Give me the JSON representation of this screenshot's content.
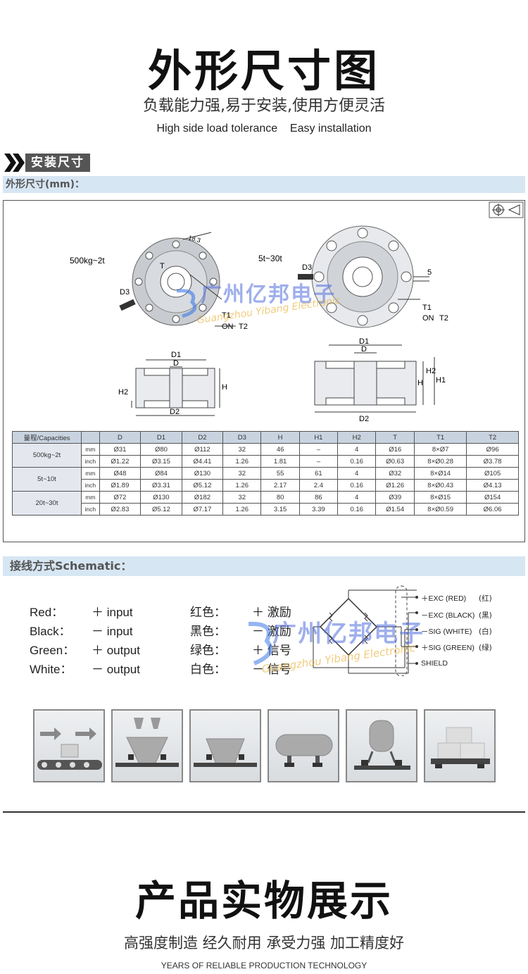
{
  "header": {
    "title": "外形尺寸图",
    "subtitle": "负载能力强,易于安装,使用方便灵活",
    "subtitle_en": "High side load tolerance    Easy installation"
  },
  "section_install": {
    "tag": "安装尺寸",
    "bar": "外形尺寸(mm)："
  },
  "drawing": {
    "label_left": "500kg~2t",
    "label_right": "5t~30t",
    "dim_18": "18.3",
    "labels": {
      "T": "T",
      "D3": "D3",
      "T1": "T1",
      "ON": "ON",
      "T2": "T2",
      "D1": "D1",
      "D": "D",
      "D2": "D2",
      "H": "H",
      "H1": "H1",
      "H2": "H2",
      "five": "5"
    }
  },
  "spec_table": {
    "headers": [
      "量程/Capacities",
      "",
      "D",
      "D1",
      "D2",
      "D3",
      "H",
      "H1",
      "H2",
      "T",
      "T1",
      "T2"
    ],
    "groups": [
      {
        "capacity": "500kg~2t",
        "rows": [
          {
            "unit": "mm",
            "cells": [
              "Ø31",
              "Ø80",
              "Ø112",
              "32",
              "46",
              "–",
              "4",
              "Ø16",
              "8×Ø7",
              "Ø96"
            ]
          },
          {
            "unit": "inch",
            "cells": [
              "Ø1.22",
              "Ø3.15",
              "Ø4.41",
              "1.26",
              "1.81",
              "–",
              "0.16",
              "Ø0.63",
              "8×Ø0.28",
              "Ø3.78"
            ]
          }
        ]
      },
      {
        "capacity": "5t~10t",
        "rows": [
          {
            "unit": "mm",
            "cells": [
              "Ø48",
              "Ø84",
              "Ø130",
              "32",
              "55",
              "61",
              "4",
              "Ø32",
              "8×Ø14",
              "Ø105"
            ]
          },
          {
            "unit": "inch",
            "cells": [
              "Ø1.89",
              "Ø3.31",
              "Ø5.12",
              "1.26",
              "2.17",
              "2.4",
              "0.16",
              "Ø1.26",
              "8×Ø0.43",
              "Ø4.13"
            ]
          }
        ]
      },
      {
        "capacity": "20t~30t",
        "rows": [
          {
            "unit": "mm",
            "cells": [
              "Ø72",
              "Ø130",
              "Ø182",
              "32",
              "80",
              "86",
              "4",
              "Ø39",
              "8×Ø15",
              "Ø154"
            ]
          },
          {
            "unit": "inch",
            "cells": [
              "Ø2.83",
              "Ø5.12",
              "Ø7.17",
              "1.26",
              "3.15",
              "3.39",
              "0.16",
              "Ø1.54",
              "8×Ø0.59",
              "Ø6.06"
            ]
          }
        ]
      }
    ]
  },
  "watermark": {
    "cn": "广州亿邦电子",
    "en": "Guangzhou Yibang Electronic"
  },
  "section_wiring": {
    "bar": "接线方式Schematic："
  },
  "wiring": {
    "rows": [
      {
        "color_en": "Red：",
        "func_en": "＋ input",
        "color_cn": "红色：",
        "func_cn": "＋ 激励"
      },
      {
        "color_en": "Black：",
        "func_en": "－ input",
        "color_cn": "黑色：",
        "func_cn": "－ 激励"
      },
      {
        "color_en": "Green：",
        "func_en": "＋ output",
        "color_cn": "绿色：",
        "func_cn": "＋ 信号"
      },
      {
        "color_en": "White：",
        "func_en": "－ output",
        "color_cn": "白色：",
        "func_cn": "－ 信号"
      }
    ],
    "bridge_labels": [
      {
        "text": "＋EXC (RED)",
        "cn": "(红)"
      },
      {
        "text": "－EXC (BLACK)",
        "cn": "(黑)"
      },
      {
        "text": "－SIG (WHITE)",
        "cn": "(白)"
      },
      {
        "text": "＋SIG (GREEN)",
        "cn": "(绿)"
      },
      {
        "text": "SHIELD",
        "cn": ""
      }
    ]
  },
  "applications": [
    "conveyor",
    "hopper-twin",
    "hopper",
    "tank-horizontal",
    "tank-vertical",
    "platform"
  ],
  "footer": {
    "title": "产品实物展示",
    "subtitle": "高强度制造 经久耐用 承受力强 加工精度好",
    "subtitle_en": "YEARS OF RELIABLE PRODUCTION TECHNOLOGY"
  }
}
